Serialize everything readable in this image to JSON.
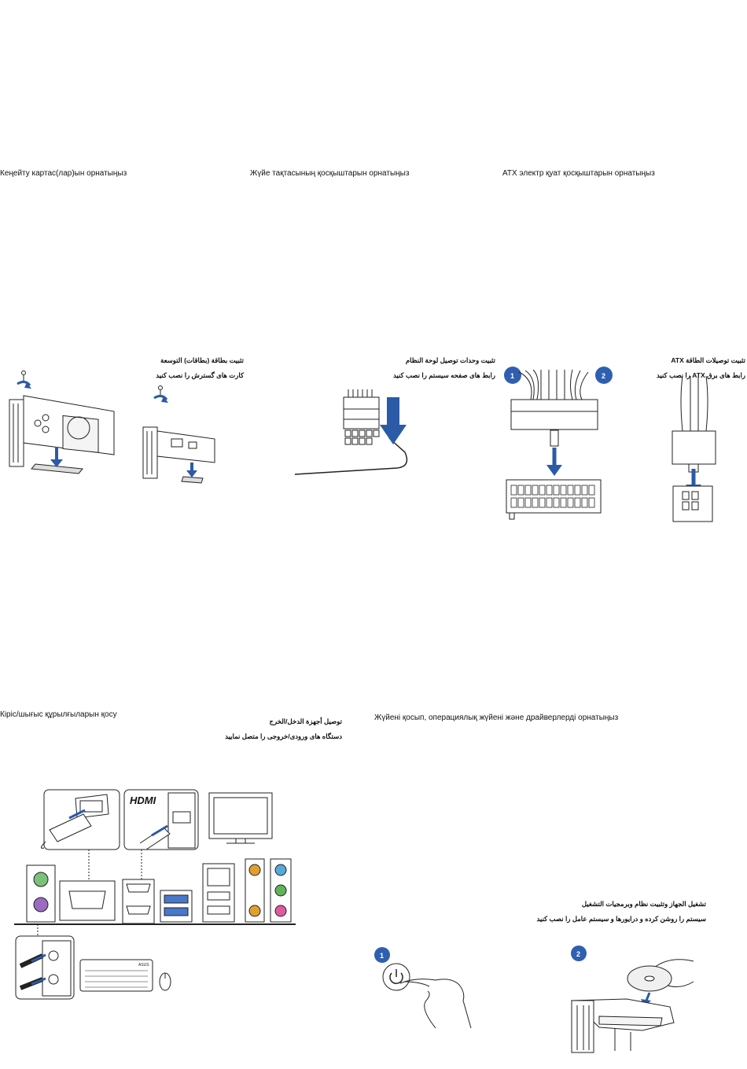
{
  "sections": {
    "expansion": {
      "kazakh": "Кеңейту картас(лар)ын орнатыңыз",
      "arabic": "تثبيت بطاقة (بطاقات) التوسعة",
      "persian": "کارت های گسترش را نصب کنید"
    },
    "panel": {
      "kazakh": "Жүйе тақтасының қосқыштарын орнатыңыз",
      "arabic": "تثبيت وحدات توصيل لوحة النظام",
      "persian": "رابط های صفحه سیستم را نصب کنید"
    },
    "atx": {
      "kazakh": "ATX электр қуат қосқыштарын орнатыңыз",
      "arabic": "تثبيت توصيلات الطاقة ATX",
      "persian": "رابط های برق ATX را نصب کنید"
    },
    "io": {
      "kazakh": "Кіріс/шығыс құрылғыларын қосу",
      "arabic": "توصيل أجهزة الدخل/الخرج",
      "persian": "دستگاه های ورودی/خروجی را متصل نمایید"
    },
    "os": {
      "kazakh": "Жүйені қосып, операциялық жүйені және драйверлерді орнатыңыз",
      "arabic": "تشغيل الجهاز وتثبيت نظام وبرمجيات التشغيل",
      "persian": "سیستم را روشن کرده و درایورها و سیستم عامل را نصب کنید"
    }
  },
  "illustrations": {
    "hdmi_logo": "HDMI",
    "keyboard_brand": "ASUS",
    "atx_steps": [
      "1",
      "2"
    ],
    "os_steps": [
      "1",
      "2"
    ]
  },
  "colors": {
    "arrow_blue": "#2b5aa6",
    "badge_blue": "#2f5fb0",
    "ps2_green": "#7cc07a",
    "ps2_purple": "#9a6bbf",
    "audio_orange": "#e0a030",
    "audio_blue": "#56a9d8",
    "audio_green": "#5fb35a",
    "audio_pink": "#e05aa0"
  }
}
